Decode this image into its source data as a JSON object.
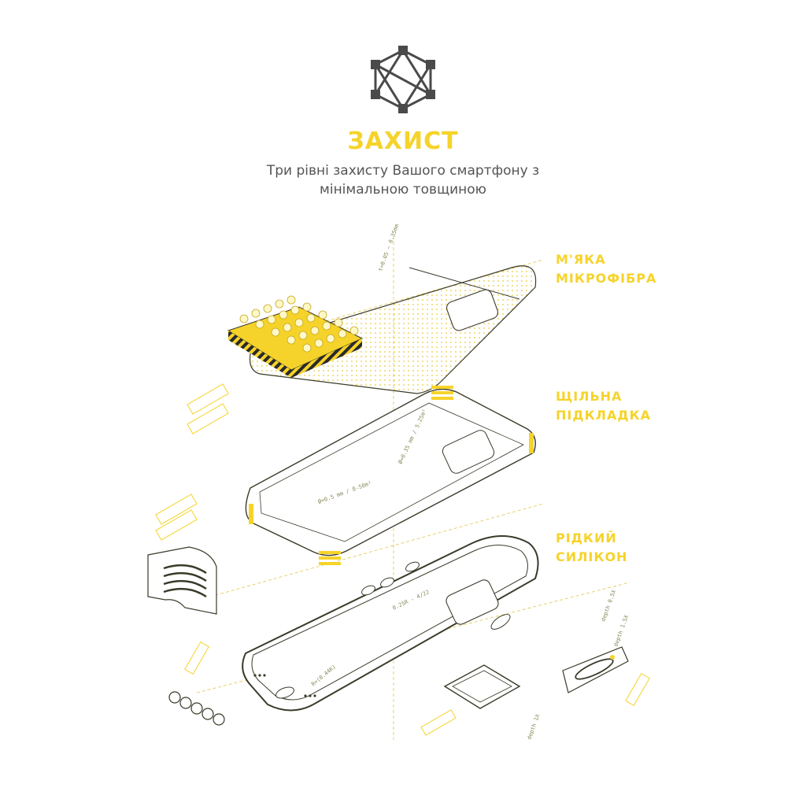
{
  "header": {
    "logo_icon": "protection-network-icon",
    "title": "ЗАХИСТ",
    "subtitle_line1": "Три рівні захисту Вашого смартфону з",
    "subtitle_line2": "мінімальною товщиною"
  },
  "layers": [
    {
      "line1": "М'ЯКА",
      "line2": "МІКРОФІБРА"
    },
    {
      "line1": "ЩІЛЬНА",
      "line2": "ПІДКЛАДКА"
    },
    {
      "line1": "РІДКИЙ",
      "line2": "СИЛІКОН"
    }
  ],
  "annotations": {
    "microfiber_thickness": "t=0.05 ~ 0.35mm",
    "liner_dim1": "Ø=0.35 mm / 5.25m²",
    "liner_dim2": "Ø=0.5 mm / 8-50m²",
    "bumper_dim": "0.25R - 4/22",
    "frame_dim": "R=(0.44K)",
    "depth_05": "depth 0.5X",
    "depth_15": "depth 1.5X",
    "depth_1": "depth 1X"
  },
  "colors": {
    "accent": "#f6d32a",
    "text": "#555555",
    "line": "#3a3a2a",
    "logo": "#4a4a4a"
  }
}
